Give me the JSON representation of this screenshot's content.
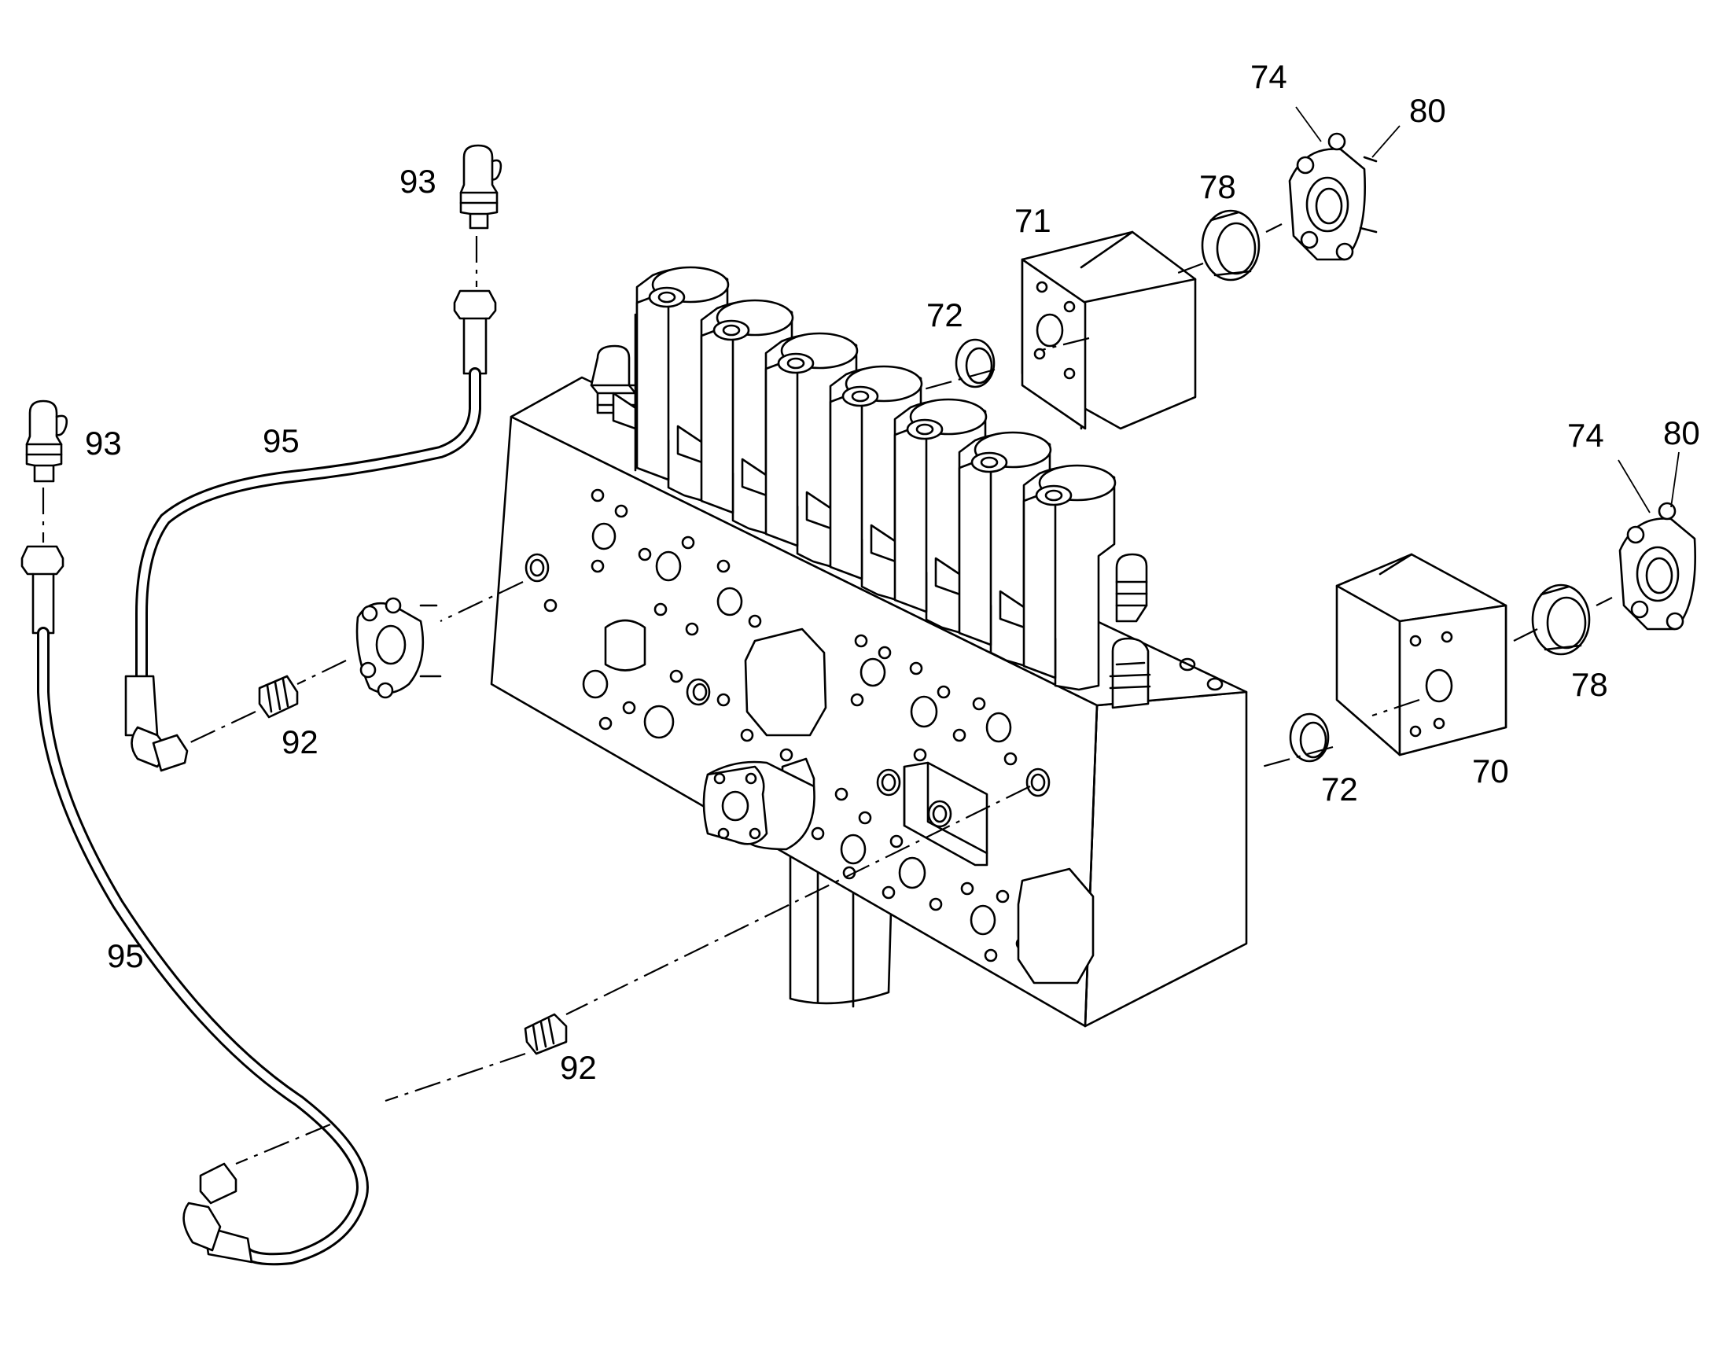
{
  "diagram": {
    "type": "exploded-parts-view",
    "callouts": [
      {
        "id": "label-93-top",
        "text": "93"
      },
      {
        "id": "label-93-left",
        "text": "93"
      },
      {
        "id": "label-95-top",
        "text": "95"
      },
      {
        "id": "label-95-bottom",
        "text": "95"
      },
      {
        "id": "label-92-upper",
        "text": "92"
      },
      {
        "id": "label-92-lower",
        "text": "92"
      },
      {
        "id": "label-71",
        "text": "71"
      },
      {
        "id": "label-72-upper",
        "text": "72"
      },
      {
        "id": "label-72-lower",
        "text": "72"
      },
      {
        "id": "label-78-upper",
        "text": "78"
      },
      {
        "id": "label-78-lower",
        "text": "78"
      },
      {
        "id": "label-74-upper",
        "text": "74"
      },
      {
        "id": "label-74-lower",
        "text": "74"
      },
      {
        "id": "label-80-upper",
        "text": "80"
      },
      {
        "id": "label-80-lower",
        "text": "80"
      },
      {
        "id": "label-70",
        "text": "70"
      }
    ]
  }
}
